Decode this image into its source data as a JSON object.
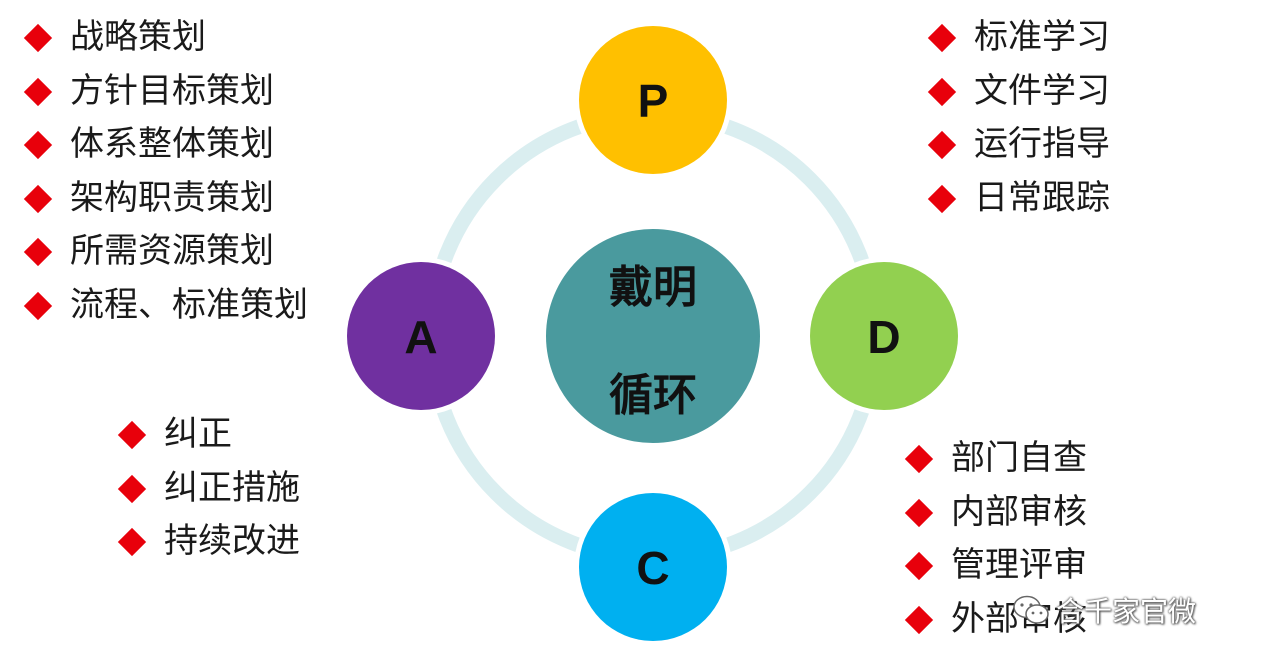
{
  "center": {
    "line1": "戴明",
    "line2": "循环"
  },
  "nodes": {
    "p": {
      "letter": "P",
      "color": "#ffc000"
    },
    "d": {
      "letter": "D",
      "color": "#92d050"
    },
    "c": {
      "letter": "C",
      "color": "#00b0f0"
    },
    "a": {
      "letter": "A",
      "color": "#7030a0"
    }
  },
  "center_color": "#4a9a9e",
  "ring_color": "#daeef0",
  "bullet_color": "#e8000b",
  "lists": {
    "plan": [
      "战略策划",
      "方针目标策划",
      "体系整体策划",
      "架构职责策划",
      "所需资源策划",
      "流程、标准策划"
    ],
    "do": [
      "标准学习",
      "文件学习",
      "运行指导",
      "日常跟踪"
    ],
    "act": [
      "纠正",
      "纠正措施",
      "持续改进"
    ],
    "check": [
      "部门自查",
      "内部审核",
      "管理评审",
      "外部审核"
    ]
  },
  "watermark": {
    "icon": "wechat-icon",
    "text": "合千家官微"
  }
}
